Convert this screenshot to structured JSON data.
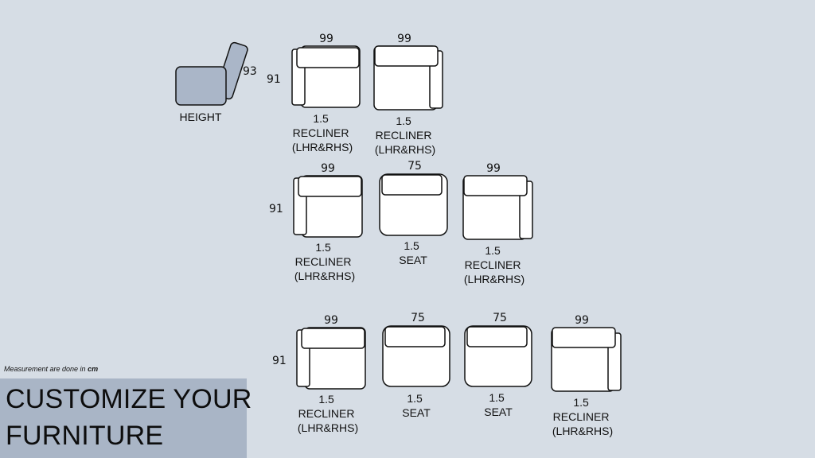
{
  "height_ref": {
    "dimension": "93",
    "label": "HEIGHT"
  },
  "rows": [
    {
      "depth": "91",
      "units": [
        {
          "width": "99",
          "arm": "left",
          "label": [
            "1.5",
            "RECLINER",
            "(LHR&RHS)"
          ]
        },
        {
          "width": "99",
          "arm": "right",
          "label": [
            "1.5",
            "RECLINER",
            "(LHR&RHS)"
          ]
        }
      ]
    },
    {
      "depth": "91",
      "units": [
        {
          "width": "99",
          "arm": "left",
          "label": [
            "1.5",
            "RECLINER",
            "(LHR&RHS)"
          ]
        },
        {
          "width": "75",
          "arm": "none",
          "label": [
            "1.5",
            "SEAT"
          ]
        },
        {
          "width": "99",
          "arm": "right",
          "label": [
            "1.5",
            "RECLINER",
            "(LHR&RHS)"
          ]
        }
      ]
    },
    {
      "depth": "91",
      "units": [
        {
          "width": "99",
          "arm": "left",
          "label": [
            "1.5",
            "RECLINER",
            "(LHR&RHS)"
          ]
        },
        {
          "width": "75",
          "arm": "none",
          "label": [
            "1.5",
            "SEAT"
          ]
        },
        {
          "width": "75",
          "arm": "none",
          "label": [
            "1.5",
            "SEAT"
          ]
        },
        {
          "width": "99",
          "arm": "right",
          "label": [
            "1.5",
            "RECLINER",
            "(LHR&RHS)"
          ]
        }
      ]
    }
  ],
  "note": {
    "prefix": "Measurement are done in ",
    "unit": "cm"
  },
  "banner": {
    "line1": "CUSTOMIZE YOUR",
    "line2": "FURNITURE"
  }
}
